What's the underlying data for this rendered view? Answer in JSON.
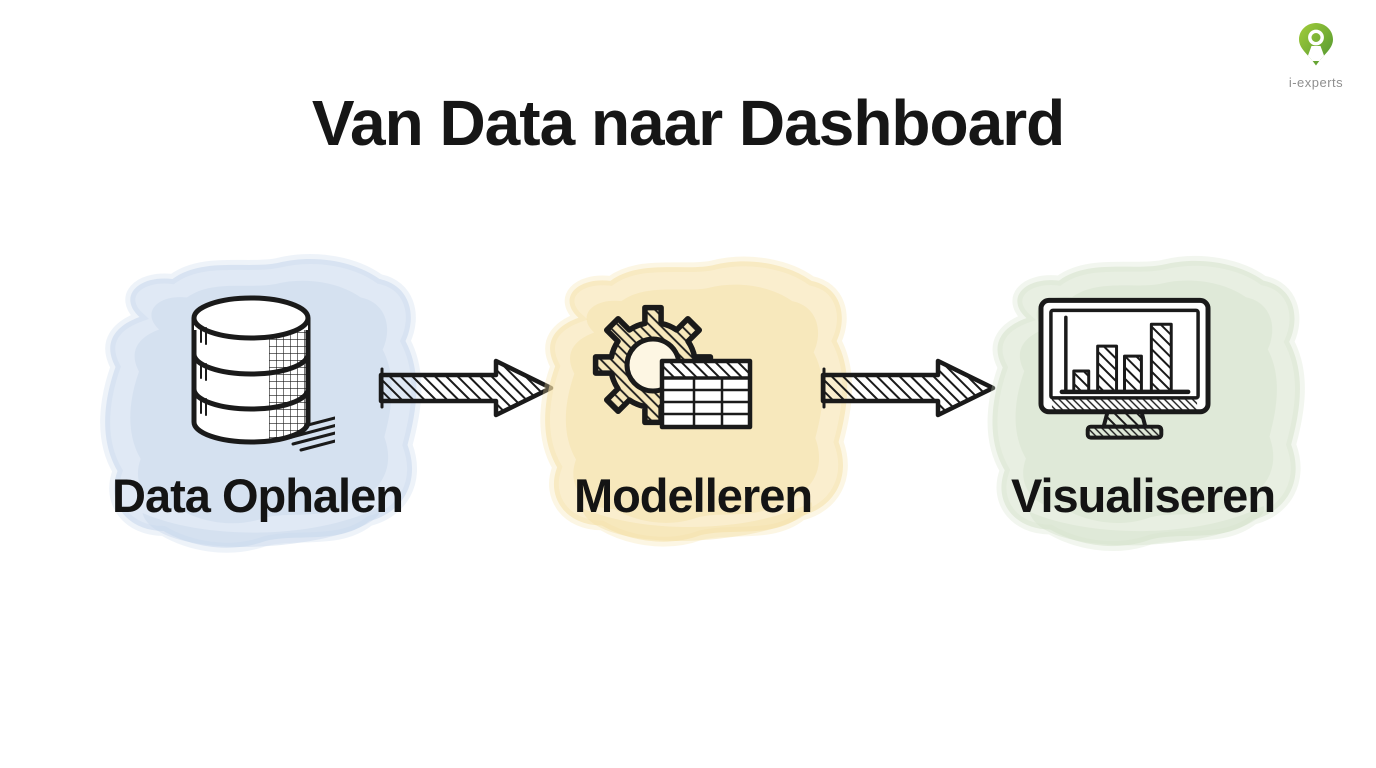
{
  "header": {
    "title": "Van Data naar Dashboard"
  },
  "logo": {
    "text": "i-experts",
    "colors": {
      "pin_light": "#a3cd3a",
      "pin_dark": "#4d9430",
      "text": "#8f8f8f"
    }
  },
  "colors": {
    "background": "#ffffff",
    "ink": "#1a1a1a",
    "label_text": "#141414"
  },
  "steps": [
    {
      "label": "Data Ophalen",
      "icon": "database-icon",
      "blob_color": "#c7d7ec"
    },
    {
      "label": "Modelleren",
      "icon": "gear-table-icon",
      "blob_color": "#f5e0a6"
    },
    {
      "label": "Visualiseren",
      "icon": "monitor-bar-chart-icon",
      "blob_color": "#d5e2cb"
    }
  ],
  "arrows": [
    {
      "name": "arrow-1",
      "direction": "right",
      "style": "hatched-sketch"
    },
    {
      "name": "arrow-2",
      "direction": "right",
      "style": "hatched-sketch"
    }
  ]
}
